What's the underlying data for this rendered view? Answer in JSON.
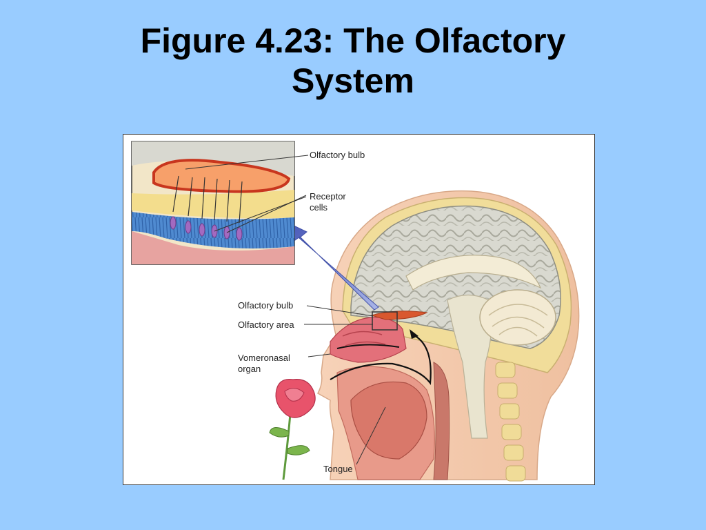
{
  "slide": {
    "title_line1": "Figure 4.23: The Olfactory",
    "title_line2": "System"
  },
  "diagram": {
    "inset_labels": {
      "olfactory_bulb": "Olfactory bulb",
      "receptor_line1": "Receptor",
      "receptor_line2": "cells"
    },
    "main_labels": {
      "olfactory_bulb": "Olfactory bulb",
      "olfactory_area": "Olfactory area",
      "vomeronasal_line1": "Vomeronasal",
      "vomeronasal_line2": "organ",
      "tongue": "Tongue"
    }
  }
}
